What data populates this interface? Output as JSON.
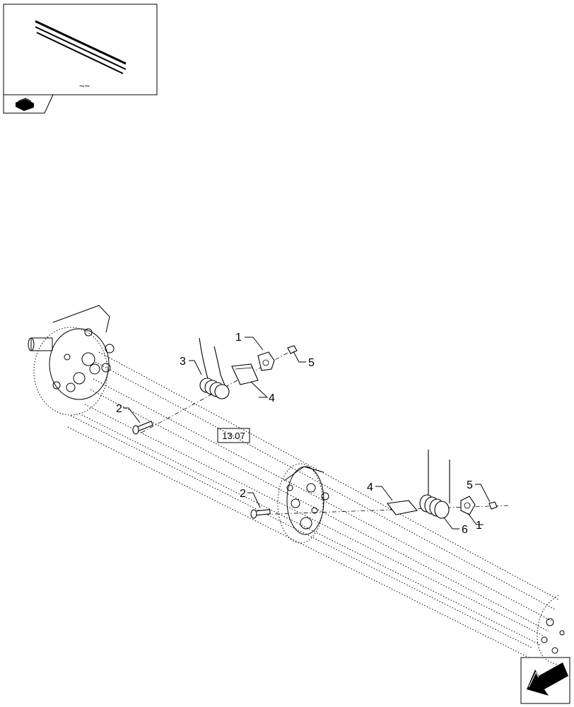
{
  "thumbnail": {
    "caption": "~~"
  },
  "callouts": [
    {
      "id": "c1a",
      "text": "1"
    },
    {
      "id": "c1b",
      "text": "1"
    },
    {
      "id": "c2a",
      "text": "2"
    },
    {
      "id": "c2b",
      "text": "2"
    },
    {
      "id": "c3",
      "text": "3"
    },
    {
      "id": "c4a",
      "text": "4"
    },
    {
      "id": "c4b",
      "text": "4"
    },
    {
      "id": "c5a",
      "text": "5"
    },
    {
      "id": "c5b",
      "text": "5"
    },
    {
      "id": "c6",
      "text": "6"
    }
  ],
  "reference_box": {
    "text": "13.07"
  },
  "icons": {
    "section_icon": "book-pages-icon",
    "navigation_icon": "previous-page-arrow-icon"
  }
}
